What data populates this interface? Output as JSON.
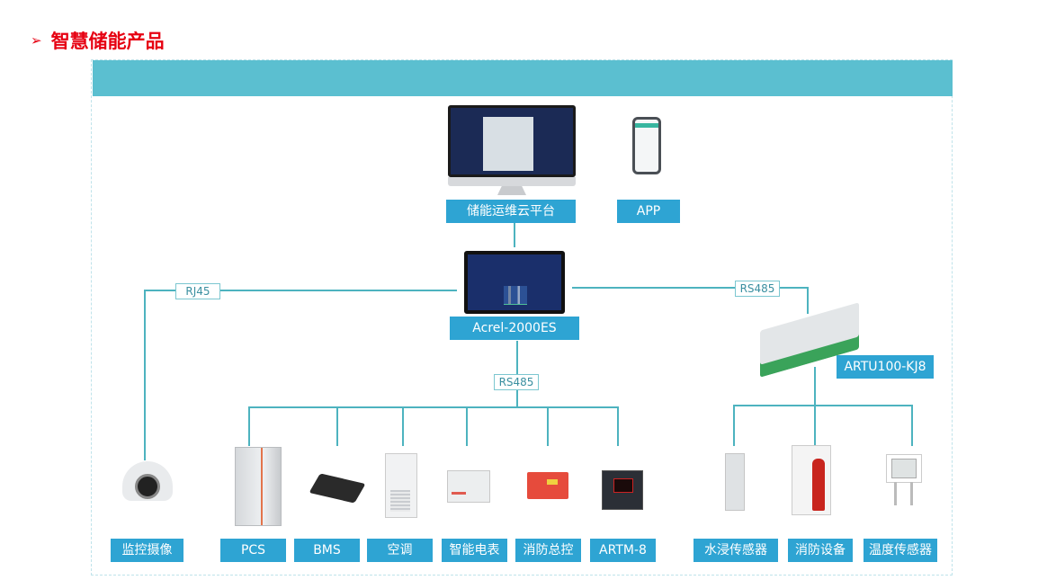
{
  "title": {
    "arrow_icon": "➢",
    "text": "智慧储能产品"
  },
  "colors": {
    "title": "#e60012",
    "banner": "#5bbfd0",
    "label_bg": "#2ea4d3",
    "line": "#4db3bf"
  },
  "nodes": {
    "cloud": {
      "label": "储能运维云平台",
      "icon": "monitor-icon"
    },
    "app": {
      "label": "APP",
      "icon": "smartphone-icon"
    },
    "gateway": {
      "label": "Acrel-2000ES",
      "icon": "touch-screen-icon"
    },
    "artu": {
      "label": "ARTU100-KJ8",
      "icon": "io-module-icon"
    }
  },
  "links": {
    "rj45": "RJ45",
    "rs485_right": "RS485",
    "rs485_down": "RS485"
  },
  "devices": [
    {
      "label": "监控摄像",
      "icon": "dome-camera-icon"
    },
    {
      "label": "PCS",
      "icon": "pcs-cabinet-icon"
    },
    {
      "label": "BMS",
      "icon": "bms-box-icon"
    },
    {
      "label": "空调",
      "icon": "air-conditioner-icon"
    },
    {
      "label": "智能电表",
      "icon": "smart-meter-icon"
    },
    {
      "label": "消防总控",
      "icon": "fire-control-panel-icon"
    },
    {
      "label": "ARTM-8",
      "icon": "temperature-monitor-icon"
    },
    {
      "label": "水浸传感器",
      "icon": "water-sensor-icon"
    },
    {
      "label": "消防设备",
      "icon": "fire-extinguisher-cabinet-icon"
    },
    {
      "label": "温度传感器",
      "icon": "temperature-sensor-icon"
    }
  ]
}
